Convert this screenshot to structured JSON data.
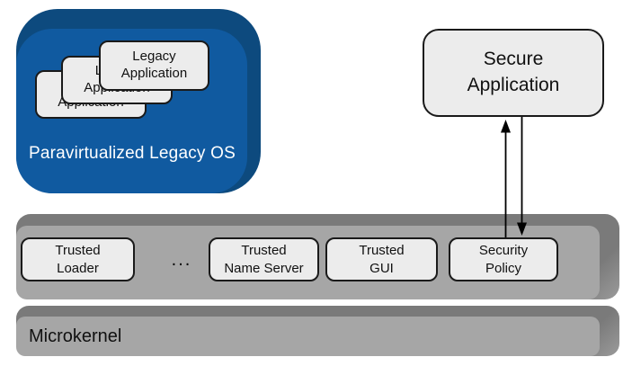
{
  "colors": {
    "blue_face": "#105AA0",
    "blue_edge": "#0D4A7E",
    "gray_face": "#A6A6A6",
    "gray_edge": "#7A7A7A",
    "box_fill": "#ECECEC",
    "box_border": "#1A1A1A",
    "arrow": "#000000"
  },
  "legacy_os": {
    "label": "Paravirtualized Legacy OS",
    "applications": [
      {
        "label": "Legacy\nApplication"
      },
      {
        "label": "Legacy\nApplication"
      },
      {
        "label": "Legacy\nApplication"
      }
    ]
  },
  "secure_application": {
    "label": "Secure\nApplication"
  },
  "services_bar": {
    "ellipsis": "...",
    "items": [
      {
        "label": "Trusted\nLoader"
      },
      {
        "label": "Trusted\nName Server"
      },
      {
        "label": "Trusted\nGUI"
      },
      {
        "label": "Security\nPolicy"
      }
    ]
  },
  "microkernel": {
    "label": "Microkernel"
  }
}
